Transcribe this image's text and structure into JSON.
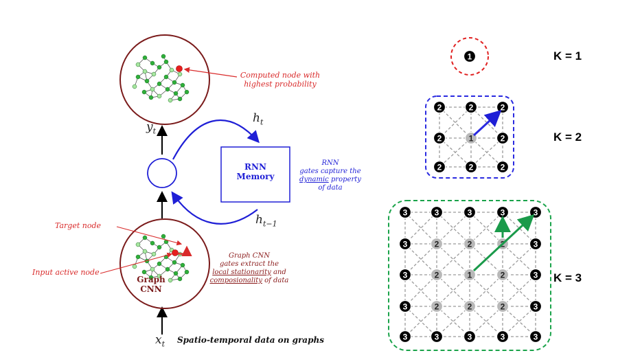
{
  "computed_label": [
    "Computed node with",
    "highest probability"
  ],
  "target_label": "Target node",
  "input_label": "Input active node",
  "graph_cnn_label": [
    "Graph",
    "CNN"
  ],
  "graph_cnn_desc": {
    "line1": "Graph CNN",
    "line2": "gates extract the",
    "line3_u": "local stationarity",
    "line3_r": " and",
    "line4_u": "composionality",
    "line4_r": " of data"
  },
  "rnn_memory_label": [
    "RNN",
    "Memory"
  ],
  "rnn_desc": {
    "line1": "RNN",
    "line2": "gates capture the",
    "line3_u": "dynamic",
    "line3_r": " property",
    "line4": "of data"
  },
  "y_label": "y",
  "y_sub": "t",
  "h_label": "h",
  "h_sub": "t",
  "h_prev_sub": "t−1",
  "x_label": "x",
  "x_sub": "t",
  "x_caption": "Spatio-temporal data on graphs",
  "k_labels": [
    "K = 1",
    "K = 2",
    "K = 3"
  ],
  "k1_node": "1",
  "k2_center": "1",
  "k2_outer": "2",
  "k3_center": "1",
  "k3_mid": "2",
  "k3_outer": "3",
  "colors": {
    "red": "#d92b2b",
    "blue": "#1f1fd6",
    "green": "#1a9a4a",
    "dark_red": "#8a1a1a",
    "k1_border": "#e02020",
    "k2_border": "#2a2ae0",
    "k3_border": "#1aa34a"
  }
}
